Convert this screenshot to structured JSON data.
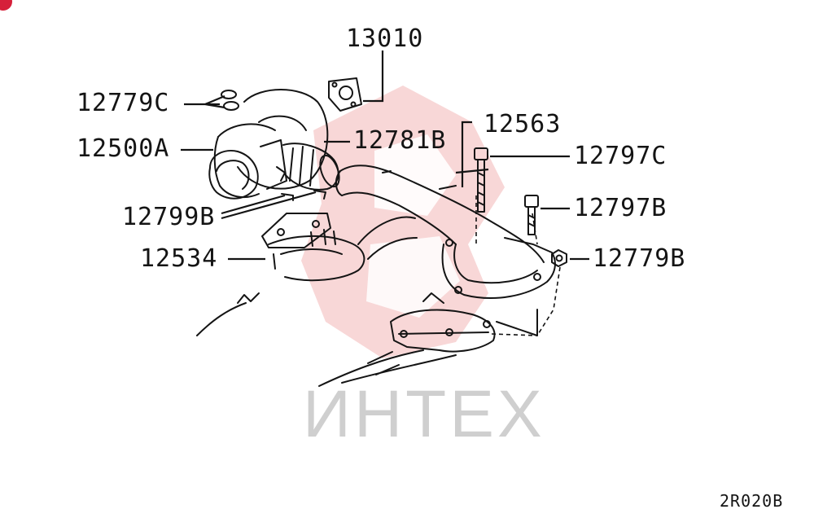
{
  "diagram": {
    "part_numbers": [
      {
        "id": "13010",
        "text": "13010"
      },
      {
        "id": "12779C",
        "text": "12779C"
      },
      {
        "id": "12500A",
        "text": "12500A"
      },
      {
        "id": "12781B",
        "text": "12781B"
      },
      {
        "id": "12563",
        "text": "12563"
      },
      {
        "id": "12797C",
        "text": "12797C"
      },
      {
        "id": "12797B",
        "text": "12797B"
      },
      {
        "id": "12799B",
        "text": "12799B"
      },
      {
        "id": "12534",
        "text": "12534"
      },
      {
        "id": "12779B",
        "text": "12779B"
      }
    ],
    "diagram_code": "2R020B",
    "watermark": "ИНТЕХ"
  },
  "colors": {
    "line": "#141414",
    "watermark_logo": "#f6c9c9",
    "watermark_text": "#cfcfcf",
    "badge": "#d6203a"
  }
}
